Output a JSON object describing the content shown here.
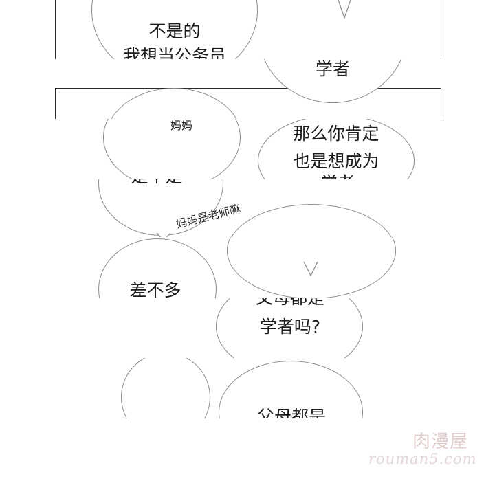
{
  "panel1": {
    "bubble_left": {
      "line1": "不是的",
      "line2": "我想当公务员"
    },
    "bubble_right": {
      "text": "学者"
    }
  },
  "panel2": {
    "bubble_left_top": {
      "cut": "妈妈"
    },
    "bubble_right": {
      "line1": "那么你肯定",
      "line2": "也是想成为",
      "line3": "学者"
    },
    "bubble_left_mid": {
      "cut": "是不是"
    }
  },
  "panel3": {
    "caption": "妈妈是老师嘛",
    "bubble_left": {
      "text": "差不多"
    }
  },
  "panel4": {
    "bubble_right": {
      "line1": "父母都是",
      "line2": "学者吗?"
    }
  },
  "panel5": {
    "bubble_right": {
      "text": "父母都是"
    }
  },
  "watermark": {
    "brand": "肉漫屋",
    "site": "rouman5.com"
  }
}
